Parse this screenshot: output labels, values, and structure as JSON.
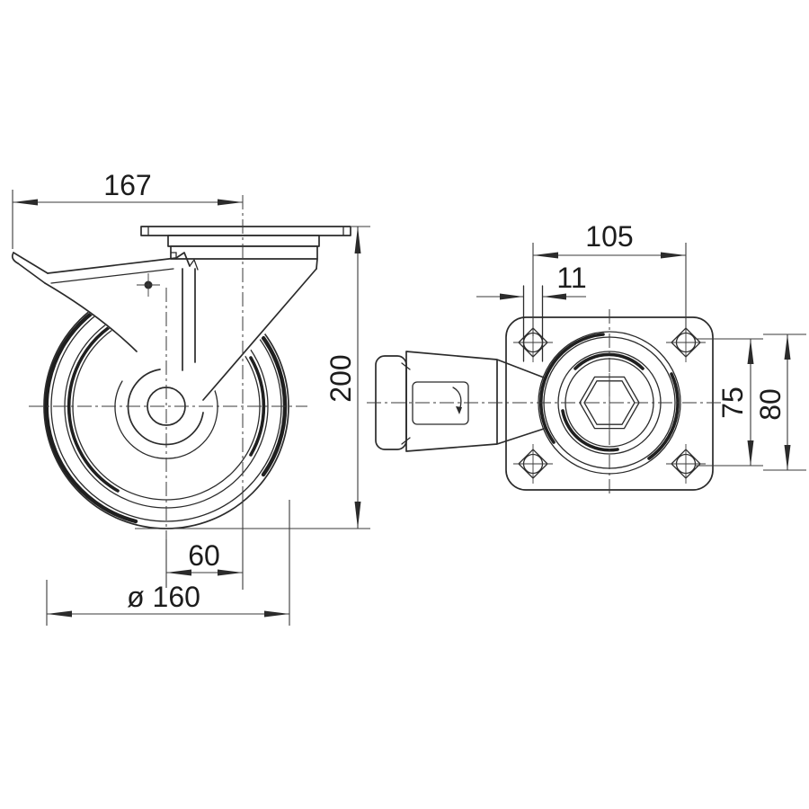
{
  "drawing": {
    "background_color": "#ffffff",
    "line_color": "#2b2b2b",
    "dimension_color": "#3a3a3a",
    "side_view": {
      "plate_length": "167",
      "overall_height": "200",
      "swivel_offset": "60",
      "wheel_diameter": "ø 160"
    },
    "plan_view": {
      "bolt_spacing_width": "105",
      "slot_width": "11",
      "bolt_spacing_depth": "75",
      "plate_depth": "80"
    }
  }
}
